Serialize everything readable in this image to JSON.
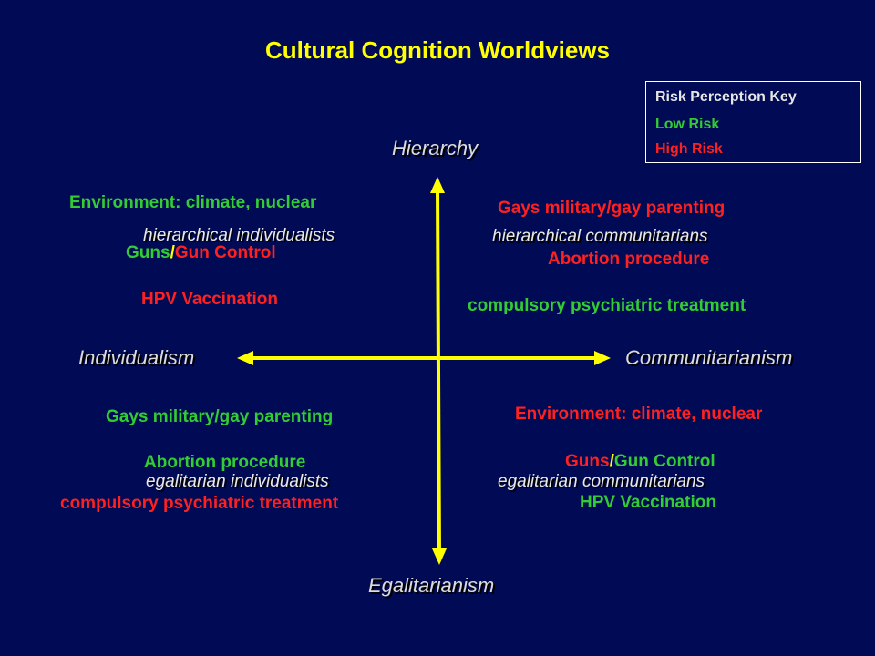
{
  "title": "Cultural Cognition Worldviews",
  "key": {
    "title": "Risk Perception Key",
    "low": "Low Risk",
    "high": "High Risk",
    "low_color": "#33cc33",
    "high_color": "#ff2020"
  },
  "axes": {
    "top": "Hierarchy",
    "bottom": "Egalitarianism",
    "left": "Individualism",
    "right": "Communitarianism",
    "color": "#ffff00"
  },
  "quadrants": {
    "hierarchical_individualists": {
      "label": "hierarchical  individualists",
      "environment": "Environment: climate, nuclear",
      "guns": "Guns",
      "slash": "/",
      "gun_control": "Gun Control",
      "hpv": "HPV Vaccination"
    },
    "hierarchical_communitarians": {
      "label": "hierarchical  communitarians",
      "gays": "Gays military/gay parenting",
      "abortion": "Abortion procedure",
      "psychiatric": "compulsory psychiatric treatment"
    },
    "egalitarian_individualists": {
      "label": "egalitarian individualists",
      "gays": "Gays military/gay parenting",
      "abortion": "Abortion procedure",
      "psychiatric": "compulsory psychiatric treatment"
    },
    "egalitarian_communitarians": {
      "label": "egalitarian communitarians",
      "environment": "Environment: climate, nuclear",
      "guns": "Guns",
      "slash": "/",
      "gun_control": "Gun Control",
      "hpv": "HPV Vaccination"
    }
  }
}
